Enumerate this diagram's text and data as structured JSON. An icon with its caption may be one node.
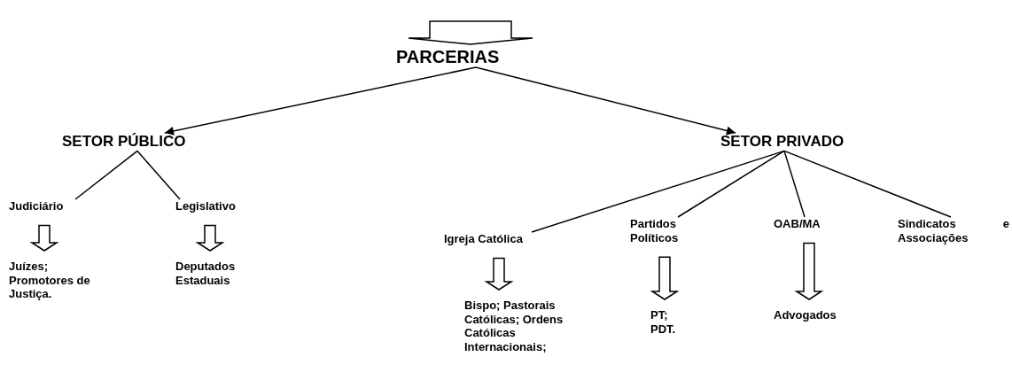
{
  "diagram": {
    "nodes": [
      {
        "text": [
          "PARCERIAS"
        ]
      },
      {
        "text": [
          "SETOR PÚBLICO"
        ]
      },
      {
        "text": [
          "SETOR PRIVADO"
        ]
      },
      {
        "text": [
          "Judiciário"
        ]
      },
      {
        "text": [
          "Legislativo"
        ]
      },
      {
        "text": [
          "Juízes; Promotores de Justiça."
        ]
      },
      {
        "text": [
          "Deputados Estaduais"
        ]
      },
      {
        "text": [
          "Igreja Católica"
        ]
      },
      {
        "text": [
          "Partidos Políticos"
        ]
      },
      {
        "text": [
          "OAB/MA"
        ]
      },
      {
        "text": [
          "Sindicatos e Associações"
        ]
      },
      {
        "text": [
          "Bispo; Pastorais Católicas; Ordens Católicas Internacionais;"
        ]
      },
      {
        "text": [
          "PT; PDT."
        ]
      },
      {
        "text": [
          "Advogados"
        ]
      }
    ],
    "edges": [
      {
        "from": null,
        "to": 0,
        "arrow": "to",
        "style": "thick"
      },
      {
        "from": 0,
        "to": 1,
        "arrow": "to"
      },
      {
        "from": 0,
        "to": 2,
        "arrow": "to"
      },
      {
        "from": 1,
        "to": 3,
        "arrow": "none"
      },
      {
        "from": 1,
        "to": 4,
        "arrow": "none"
      },
      {
        "from": 2,
        "to": 7,
        "arrow": "none"
      },
      {
        "from": 2,
        "to": 8,
        "arrow": "none"
      },
      {
        "from": 2,
        "to": 9,
        "arrow": "none"
      },
      {
        "from": 2,
        "to": 10,
        "arrow": "none"
      },
      {
        "from": 3,
        "to": 5,
        "arrow": "to",
        "style": "thick"
      },
      {
        "from": 4,
        "to": 6,
        "arrow": "to",
        "style": "thick"
      },
      {
        "from": 7,
        "to": 11,
        "arrow": "to",
        "style": "thick"
      },
      {
        "from": 8,
        "to": 12,
        "arrow": "to",
        "style": "thick"
      },
      {
        "from": 9,
        "to": 13,
        "arrow": "to",
        "style": "thick"
      }
    ]
  }
}
